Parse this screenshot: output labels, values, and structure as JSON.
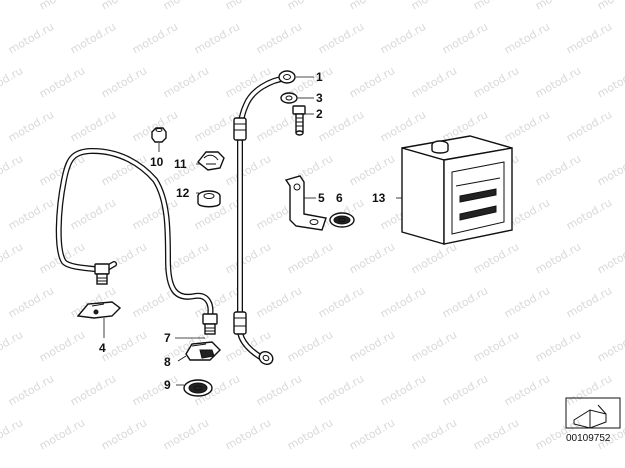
{
  "watermark": "motod.ru",
  "callouts": {
    "c1": "1",
    "c2": "2",
    "c3": "3",
    "c4": "4",
    "c5": "5",
    "c6": "6",
    "c7": "7",
    "c8": "8",
    "c9": "9",
    "c10": "10",
    "c11": "11",
    "c12": "12",
    "c13": "13"
  },
  "diagram_code": "00109752",
  "colors": {
    "line": "#111111",
    "watermark": "#d9d9d9",
    "background": "#ffffff"
  }
}
